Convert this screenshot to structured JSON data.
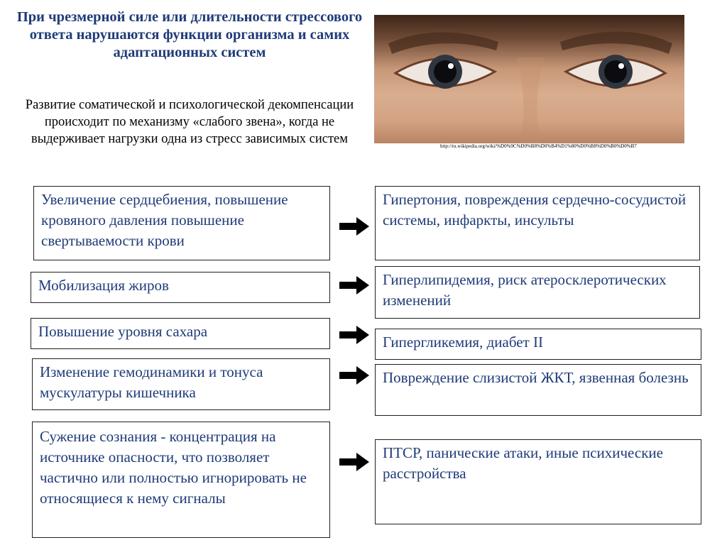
{
  "slide": {
    "title": "При чрезмерной силе или длительности стрессового ответа нарушаются функции организма и самих адаптационных систем",
    "subtitle": "Развитие соматической и психологической декомпенсации происходит по механизму «слабого звена», когда не выдерживает нагрузки одна из стресс зависимых систем",
    "image_source": "http://ru.wikipedia.org/wiki/%D0%9C%D0%B8%D0%B4%D1%80%D0%B8%D0%B0%D0%B7"
  },
  "mechanisms": [
    {
      "cause": "Увеличение сердцебиения, повышение кровяного давления повышение свертываемости крови",
      "effect": "Гипертония, повреждения сердечно-сосудистой системы, инфаркты, инсульты"
    },
    {
      "cause": "Мобилизация жиров",
      "effect": "Гиперлипидемия, риск атеросклеротических изменений"
    },
    {
      "cause": "Повышение уровня сахара",
      "effect": "Гипергликемия, диабет II"
    },
    {
      "cause": "Изменение гемодинамики и тонуса мускулатуры кишечника",
      "effect": "Повреждение слизистой ЖКТ, язвенная болезнь"
    },
    {
      "cause": "Сужение сознания - концентрация на источнике опасности, что позволяет частично или полностью игнорировать не относящиеся к нему сигналы",
      "effect": "ПТСР, панические атаки, иные психические расстройства"
    }
  ],
  "colors": {
    "heading": "#1f3b78",
    "box_text": "#1f3b78",
    "border": "#202020",
    "arrow": "#000000"
  }
}
